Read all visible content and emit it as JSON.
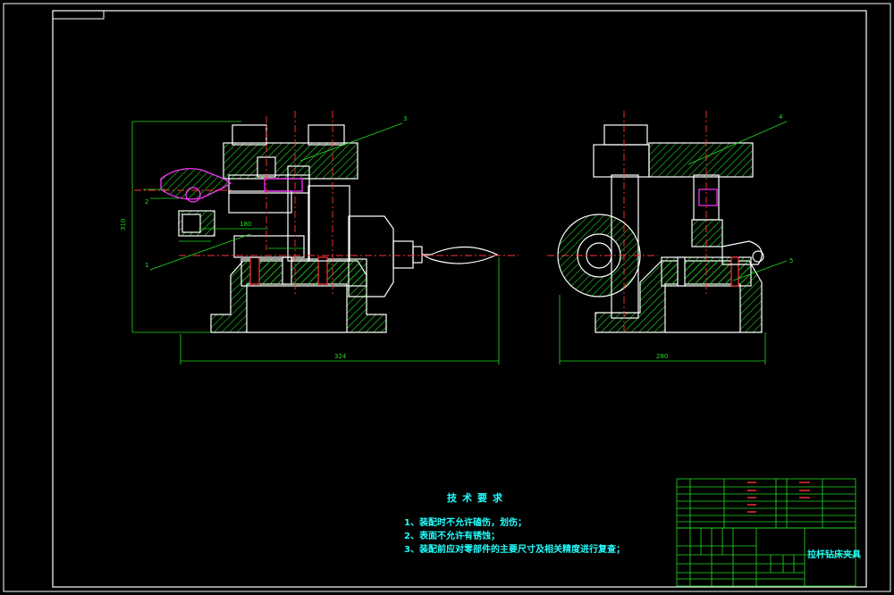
{
  "colors": {
    "frame": "#ffffff",
    "outline": "#ffffff",
    "hatch": "#22dd22",
    "centerline": "#ff3333",
    "dimension": "#22dd22",
    "highlight": "#ff33ff",
    "text": "#22ffff",
    "table": "#22dd22"
  },
  "tech_requirements": {
    "title": "技术要求",
    "items": [
      "1、装配时不允许磕伤，划伤；",
      "2、表面不允许有锈蚀；",
      "3、装配前应对零部件的主要尺寸及相关精度进行复查；"
    ]
  },
  "title_block": {
    "drawing_name": "拉杆钻床夹具"
  },
  "dimensions": {
    "overall_width_front": "324",
    "overall_width_side": "280",
    "height": "310",
    "inner_width": "180"
  },
  "balloons": [
    "1",
    "2",
    "3",
    "4",
    "5"
  ]
}
